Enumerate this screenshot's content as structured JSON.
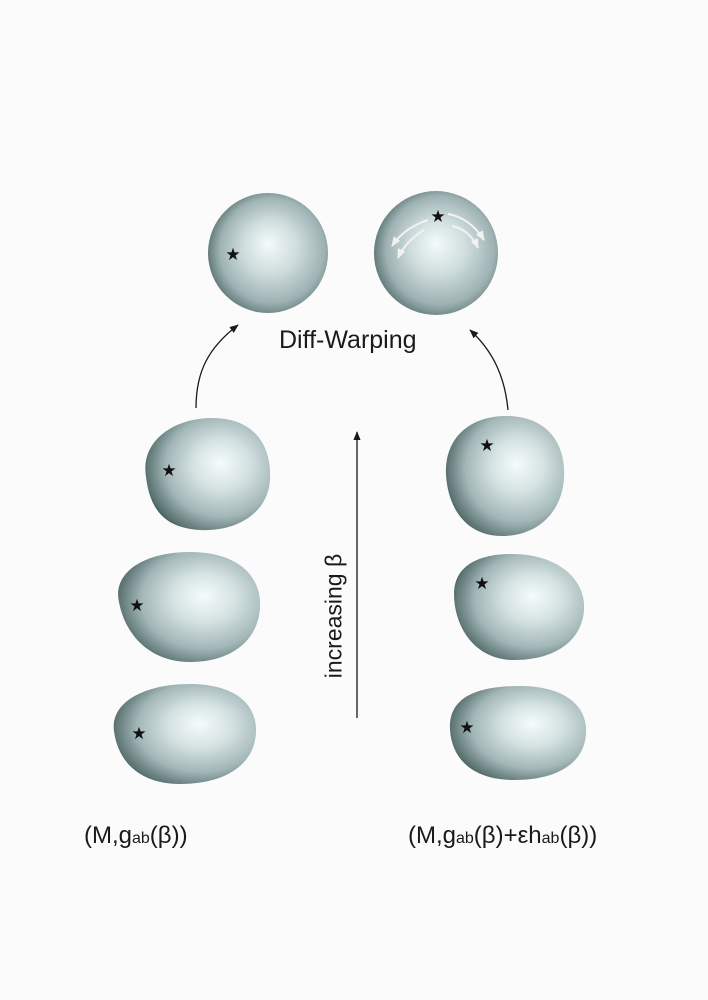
{
  "diagram": {
    "title": "Diff-Warping",
    "axis_label": "increasing β",
    "left_label": {
      "prefix": "(M,g",
      "sub": "ab",
      "suffix": "(β))"
    },
    "right_label": {
      "prefix": "(M,g",
      "sub1": "ab",
      "mid": "(β)+εh",
      "sub2": "ab",
      "suffix": "(β))"
    },
    "colors": {
      "highlight": "#f5fbfb",
      "mid": "#a3b7b8",
      "shadow": "#102224",
      "ink": "#1a1a1a"
    },
    "icons": [
      "star-icon",
      "warp-arrow-icon",
      "up-arrow-icon"
    ]
  }
}
